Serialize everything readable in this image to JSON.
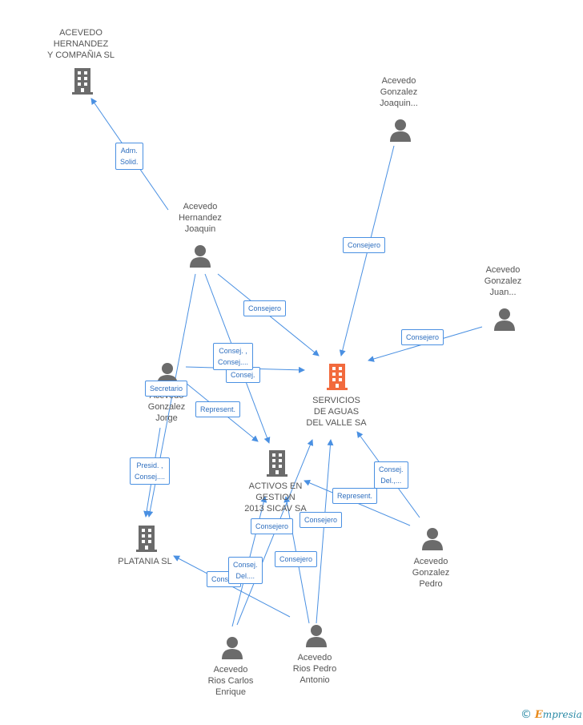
{
  "colors": {
    "edge": "#4a90e2",
    "node_icon": "#6b6b6b",
    "focus_icon": "#f26a3d",
    "label": "#555555"
  },
  "nodes": {
    "acevedo_hernandez_y_compania": {
      "label": "ACEVEDO\nHERNANDEZ\nY COMPAÑIA SL",
      "icon": "building-icon"
    },
    "acevedo_gonzalez_joaquin_dots": {
      "label": "Acevedo\nGonzalez\nJoaquin...",
      "icon": "person-icon"
    },
    "acevedo_hernandez_joaquin": {
      "label": "Acevedo\nHernandez\nJoaquin",
      "icon": "person-icon"
    },
    "acevedo_gonzalez_juan": {
      "label": "Acevedo\nGonzalez\nJuan...",
      "icon": "person-icon"
    },
    "servicios_de_aguas": {
      "label": "SERVICIOS\nDE AGUAS\nDEL VALLE SA",
      "icon": "building-icon"
    },
    "acevedo_gonzalez_jorge": {
      "label": "Acevedo\nGonzalez\nJorge",
      "icon": "person-icon"
    },
    "activos_en_gestion": {
      "label": "ACTIVOS EN\nGESTION\n2013 SICAV SA",
      "icon": "building-icon"
    },
    "platania": {
      "label": "PLATANIA  SL",
      "icon": "building-icon"
    },
    "acevedo_gonzalez_pedro": {
      "label": "Acevedo\nGonzalez\nPedro",
      "icon": "person-icon"
    },
    "acevedo_rios_carlos": {
      "label": "Acevedo\nRios Carlos\nEnrique",
      "icon": "person-icon"
    },
    "acevedo_rios_pedro": {
      "label": "Acevedo\nRios Pedro\nAntonio",
      "icon": "person-icon"
    }
  },
  "roles": {
    "adm_solid": "Adm.\nSolid.",
    "consejero_top": "Consejero",
    "consejero_hj": "Consejero",
    "consejero_juan": "Consejero",
    "consej_consej": "Consej. ,\nConsej....",
    "consej_short": "Consej.",
    "secretario": "Secretario",
    "represent_jorge": "Represent.",
    "presid_consej": "Presid. ,\nConsej....",
    "consej_del_pedro": "Consej.\nDel.,...",
    "represent_pedro": "Represent.",
    "consejero_activos_a": "Consejero",
    "consejero_activos_b": "Consejero",
    "consejero_servicios": "Consejero",
    "consej_del_carlos": "Consej.\nDel....",
    "consej_platania": "Consej."
  },
  "brand": {
    "copyright": "©",
    "name_first": "E",
    "name_rest": "mpresia"
  }
}
